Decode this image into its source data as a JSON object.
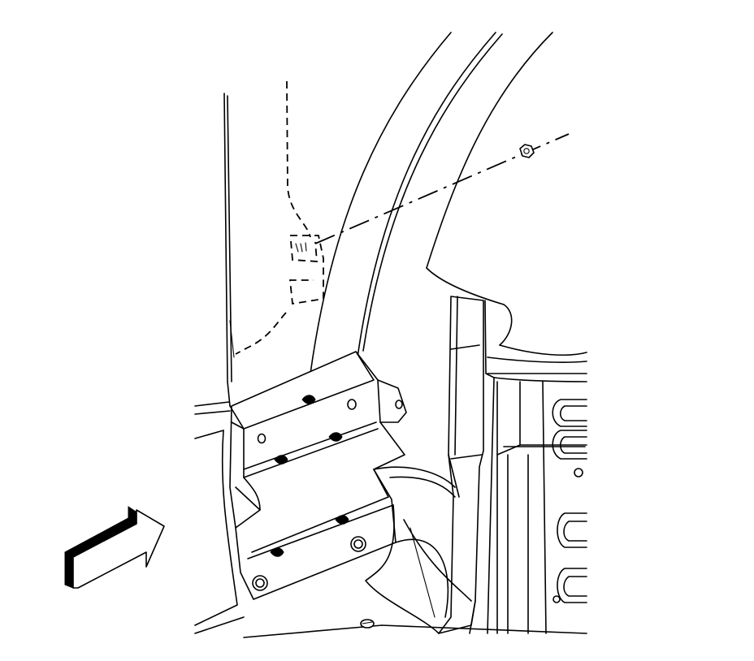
{
  "diagram": {
    "view_arrow_direction": "up-right",
    "line_color": "#000000",
    "background_color": "#ffffff",
    "fasteners": [
      "bolt-top",
      "bolt-bracket-right",
      "bolt-bracket-left"
    ],
    "icons": [
      "view-direction-arrow-icon",
      "nut-icon",
      "clip-icon"
    ]
  }
}
